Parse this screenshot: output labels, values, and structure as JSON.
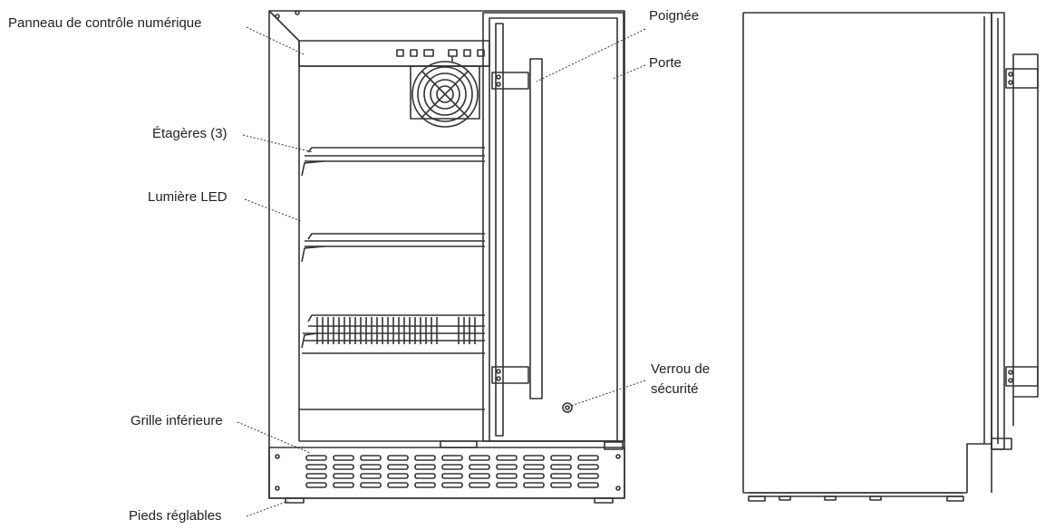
{
  "labels": {
    "control_panel": "Panneau de contrôle numérique",
    "shelves": "Étagères (3)",
    "led_light": "Lumière LED",
    "bottom_grille": "Grille inférieure",
    "feet": "Pieds réglables",
    "handle": "Poignée",
    "door": "Porte",
    "lock_line1": "Verrou de",
    "lock_line2": "sécurité"
  },
  "colors": {
    "line": "#333333",
    "text": "#222222"
  }
}
